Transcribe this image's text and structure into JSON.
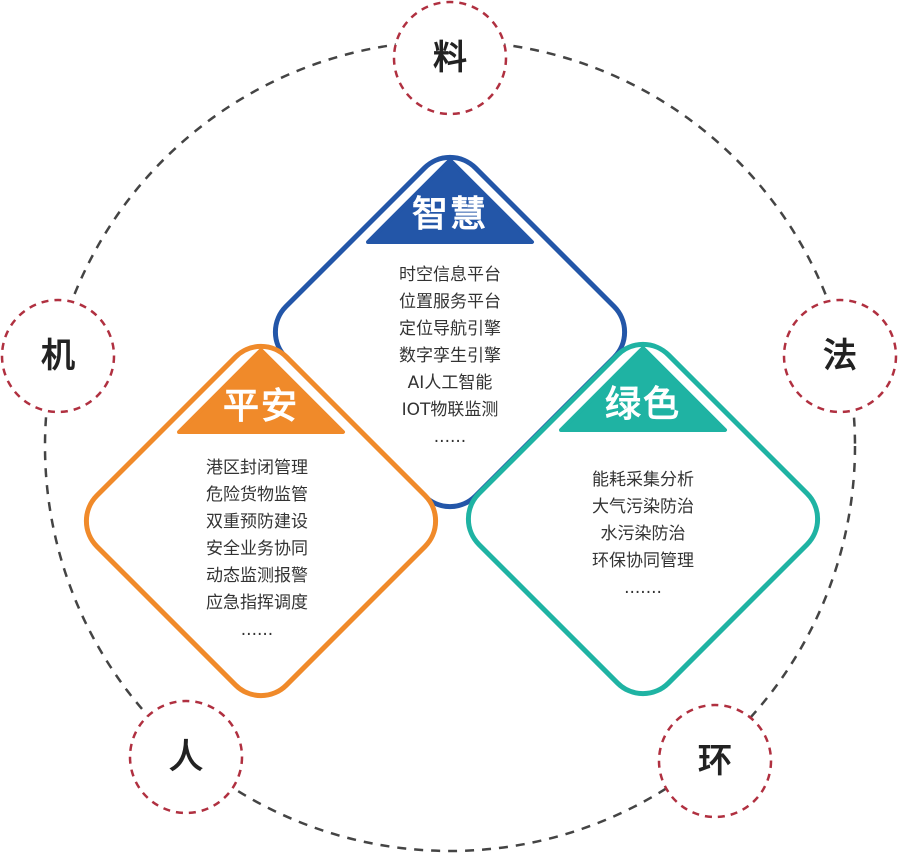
{
  "outer_nodes": [
    {
      "id": "liao",
      "label": "料"
    },
    {
      "id": "fa",
      "label": "法"
    },
    {
      "id": "huan",
      "label": "环"
    },
    {
      "id": "ren",
      "label": "人"
    },
    {
      "id": "ji",
      "label": "机"
    }
  ],
  "cards": {
    "zhihui": {
      "title": "智慧",
      "color": "#2356a8",
      "items": [
        "时空信息平台",
        "位置服务平台",
        "定位导航引擎",
        "数字孪生引擎",
        "AI人工智能",
        "IOT物联监测",
        "......"
      ]
    },
    "pingan": {
      "title": "平安",
      "color": "#f08a2a",
      "items": [
        "港区封闭管理",
        "危险货物监管",
        "双重预防建设",
        "安全业务协同",
        "动态监测报警",
        "应急指挥调度",
        "......"
      ]
    },
    "lvse": {
      "title": "绿色",
      "color": "#1fb3a3",
      "items": [
        "能耗采集分析",
        "大气污染防治",
        "水污染防治",
        "环保协同管理",
        "......."
      ]
    }
  },
  "colors": {
    "ring_dash": "#444444",
    "node_dash": "#b03040"
  }
}
